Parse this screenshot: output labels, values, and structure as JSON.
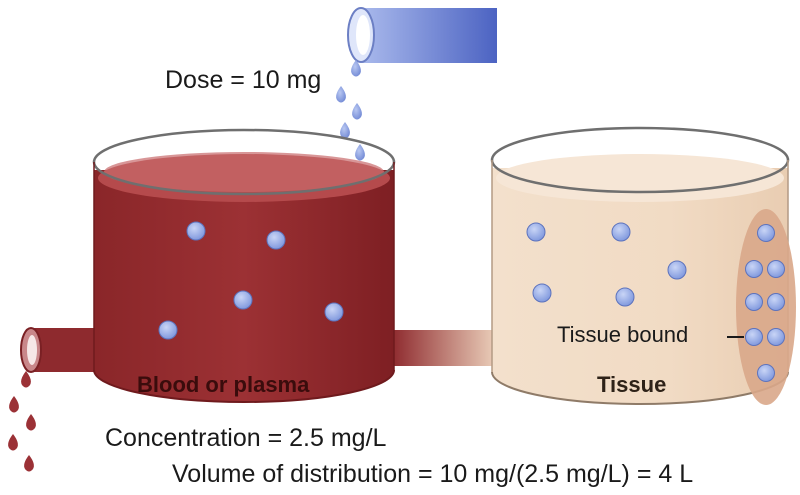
{
  "dose_label": "Dose = 10 mg",
  "blood_label": "Blood or plasma",
  "tissue_label": "Tissue",
  "tissue_bound_label": "Tissue bound",
  "concentration_label": "Concentration = 2.5 mg/L",
  "volume_label": "Volume of distribution = 10 mg/(2.5 mg/L) = 4 L",
  "colors": {
    "blood": "#8e2a2e",
    "tissue": "#f1dcc6",
    "drug_molecule": "#8ea6e2",
    "pipe": "#5a72c8"
  }
}
